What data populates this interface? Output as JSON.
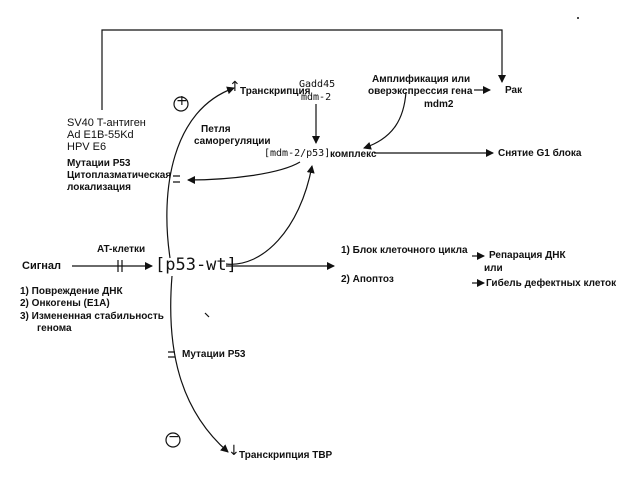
{
  "texts": {
    "cancer": "Рак",
    "amplification_line1": "Амплификация или",
    "amplification_line2": "оверэкспрессия гена",
    "mdm2_gene": "mdm2",
    "transcription_up": "Транскрипция",
    "gadd45": "Gadd45",
    "mdm2_label": "mdm-2",
    "loop_line1": "Петля",
    "loop_line2": "саморегуляции",
    "viral_sv40": "SV40  T-антиген",
    "viral_ad": "Ad  E1B-55Kd",
    "viral_hpv": "HPV  E6",
    "mutations_p53_top": "Мутации P53",
    "cytoplasmic_line1": "Цитоплазматическая",
    "cytoplasmic_line2": "локализация",
    "complex_bracket": "[mdm-2/p53]",
    "complex_word": "комплекс",
    "g1_release": "Снятие G1 блока",
    "signal": "Сигнал",
    "at_cells": "AT-клетки",
    "p53_wt": "[p53-wt]",
    "cell_cycle_block": "1)  Блок клеточного цикла",
    "dna_repair": "Репарация ДНК",
    "or_word": "или",
    "apoptosis": "2)  Апоптоз",
    "defective_death": "Гибель дефектных клеток",
    "dna_damage": "1)  Повреждение ДНК",
    "oncogenes": "2)  Онкогены (E1A)",
    "stability_line1": "3)  Измененная стабильность",
    "stability_line2": "генома",
    "mutations_p53_bottom": "Мутации P53",
    "transcription_tbp": "Транскрипция ТВР",
    "plus_sign": "+",
    "minus_sign": "−",
    "up_arrow": "↑",
    "down_arrow": "↓",
    "right_arrow_1": "→",
    "right_arrow_2": "→"
  }
}
